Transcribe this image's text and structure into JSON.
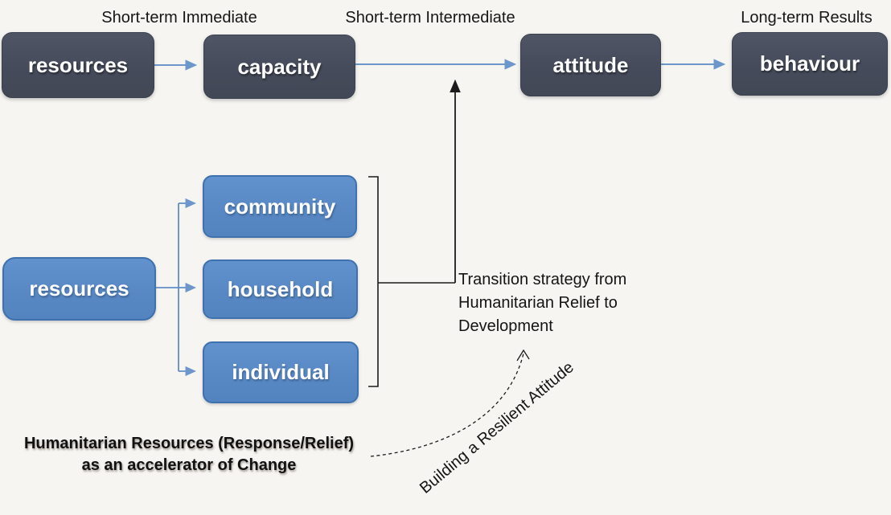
{
  "timeline": {
    "stage_labels": [
      "Short-term Immediate",
      "Short-term Intermediate",
      "Long-term Results"
    ],
    "boxes": [
      "resources",
      "capacity",
      "attitude",
      "behaviour"
    ]
  },
  "resource_levels": {
    "source": "resources",
    "levels": [
      "community",
      "household",
      "individual"
    ]
  },
  "annotations": {
    "transition_lines": [
      "Transition strategy from",
      "Humanitarian Relief to",
      "Development"
    ],
    "accelerator_lines": [
      "Humanitarian Resources (Response/Relief)",
      "as an accelerator of Change"
    ],
    "curve_label": "Building a Resilient Attitude"
  },
  "icons": {
    "blue_arrow": "right-arrowhead",
    "black_arrow": "up-arrowhead",
    "bracket": "square-bracket-group",
    "dashed_curve": "curved-dashed-arrow"
  },
  "colors": {
    "dark_box": "#474d5c",
    "blue_box": "#5b8bc7",
    "blue_box_border": "#3f71ae",
    "blue_connector": "#6d97ca",
    "black_line": "#1c1c1c",
    "background": "#f6f5f2",
    "box_text": "#ffffff"
  }
}
